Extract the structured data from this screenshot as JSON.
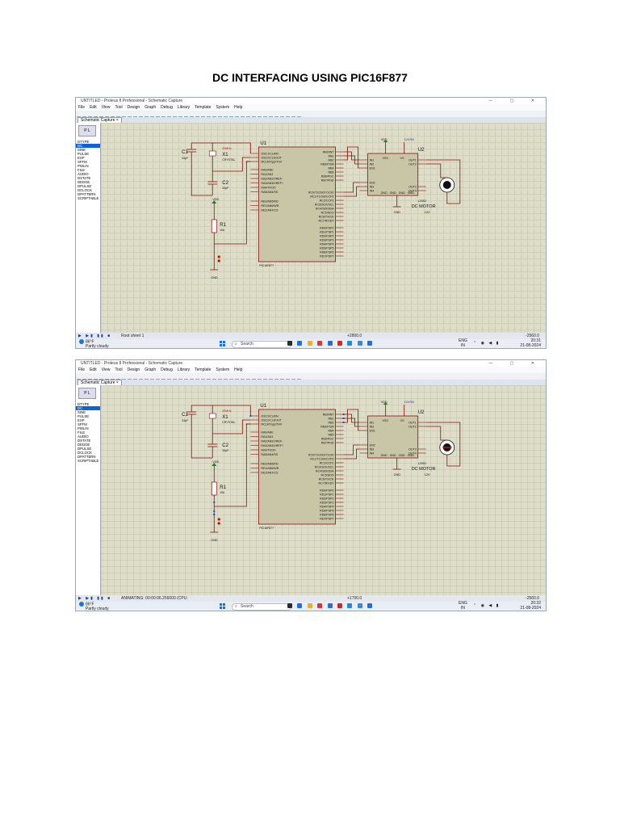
{
  "document": {
    "title": "DC INTERFACING USING PIC16F877"
  },
  "app": {
    "window_title": "UNTITLED - Proteus 8 Professional - Schematic Capture",
    "window_controls": "— ▢ ✕",
    "menu": [
      "File",
      "Edit",
      "View",
      "Tool",
      "Design",
      "Graph",
      "Debug",
      "Library",
      "Template",
      "System",
      "Help"
    ],
    "tab_label": "Schematic Capture",
    "tab_close": "×",
    "panel_button": "P  L",
    "generators": [
      "DTYPE",
      "DC",
      "SINE",
      "PULSE",
      "EXP",
      "SFFM",
      "PWLIN",
      "FILE",
      "AUDIO",
      "DSTATE",
      "DEDGE",
      "DPULSE",
      "DCLOCK",
      "DPATTERN",
      "SCRIPTABLE"
    ],
    "selected_generator": "DC"
  },
  "schematic": {
    "u1_ref": "U1",
    "u1_part": "PIC16F877",
    "u1_left_pins": [
      "OSC1/CLKIN",
      "OSC2/CLKOUT",
      "MCLR/Vpp/THV",
      "RA0/AN0",
      "RA1/AN1",
      "RA2/AN2/VREF-",
      "RA3/AN3/VREF+",
      "RA4/T0CKI",
      "RA5/AN4/SS",
      "RE0/AN5/RD",
      "RE1/AN6/WR",
      "RE2/AN7/CS"
    ],
    "u1_right_pins": [
      "RB0/INT",
      "RB1",
      "RB2",
      "RB3/PGM",
      "RB4",
      "RB5",
      "RB6/PGC",
      "RB7/PGD",
      "RC0/T1OSO/T1CKI",
      "RC1/T1OSI/CCP2",
      "RC2/CCP1",
      "RC3/SCK/SCL",
      "RC4/SDI/SDA",
      "RC5/SDO",
      "RC6/TX/CK",
      "RC7/RX/DT",
      "RD0/PSP0",
      "RD1/PSP1",
      "RD2/PSP2",
      "RD3/PSP3",
      "RD4/PSP4",
      "RD5/PSP5",
      "RD6/PSP6",
      "RD7/PSP7"
    ],
    "u2_ref": "U2",
    "u2_part": "L293D",
    "u2_pins_left": [
      "IN1",
      "IN2",
      "EN1",
      "EN2",
      "IN3",
      "IN4"
    ],
    "u2_pins_right": [
      "OUT1",
      "OUT2",
      "OUT3",
      "OUT4"
    ],
    "u2_top": [
      "VSS",
      "VS"
    ],
    "u2_bottom": [
      "GND",
      "GND",
      "GND",
      "GND"
    ],
    "c1_ref": "C1",
    "c1_val": "33pF",
    "c2_ref": "C2",
    "c2_val": "33pF",
    "x1_ref": "X1",
    "x1_freq": "20MHz",
    "x1_part": "CRYSTAL",
    "r1_ref": "R1",
    "r1_val": "10k",
    "vdd": "VDD",
    "gnd": "GND",
    "motor_label": "DC MOTOR",
    "motor_volt": "12V",
    "power_tag": "12V/5V"
  },
  "screenshots": [
    {
      "status_message": "Root sheet 1",
      "coord_x": "+2800.0",
      "coord_y": "-2560.0",
      "time": "20:31",
      "motor_running": false
    },
    {
      "status_message": "ANIMATING: 00:00:06.256000 (CPU:",
      "coord_x": "+1700.0",
      "coord_y": "-2560.0",
      "time": "20:32",
      "motor_running": true
    }
  ],
  "taskbar": {
    "temp": "86°F",
    "weather": "Partly cloudy",
    "search": "Search",
    "lang1": "ENG",
    "lang2": "IN",
    "date": "21-08-2024",
    "sys_icons": "⌃ ◉ ◀ ▮"
  },
  "colors": {
    "wire": "#8a1010",
    "component_fill": "#c8c6a6",
    "grid_bg": "#ddddc8",
    "accent": "#0b63d6"
  }
}
